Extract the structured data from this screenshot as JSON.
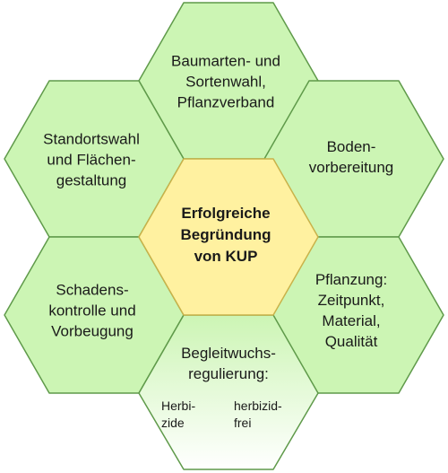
{
  "colors": {
    "hex_fill": "#ccf5b4",
    "hex_stroke": "#5f9a4a",
    "center_fill": "#fff1a0",
    "center_stroke": "#c9b24a",
    "gradient_start": "#ccf5b4",
    "gradient_end": "#ffffff",
    "background": "#ffffff"
  },
  "hexagons": {
    "center": {
      "lines": [
        "Erfolgreiche",
        "Begründung",
        "von KUP"
      ]
    },
    "top": {
      "lines": [
        "Baumarten- und",
        "Sortenwahl,",
        "Pflanzverband"
      ]
    },
    "upper_left": {
      "lines": [
        "Standortswahl",
        "und Flächen-",
        "gestaltung"
      ]
    },
    "upper_right": {
      "lines": [
        "Boden-",
        "vorbereitung"
      ]
    },
    "lower_left": {
      "lines": [
        "Schadens-",
        "kontrolle und",
        "Vorbeugung"
      ]
    },
    "lower_right": {
      "lines": [
        "Pflanzung:",
        "Zeitpunkt,",
        "Material,",
        "Qualität"
      ]
    },
    "bottom": {
      "lines": [
        "Begleitwuchs-",
        "regulierung:"
      ],
      "left_option": {
        "lines": [
          "Herbi-",
          "zide"
        ]
      },
      "right_option": {
        "lines": [
          "herbizid-",
          "frei"
        ]
      }
    }
  }
}
